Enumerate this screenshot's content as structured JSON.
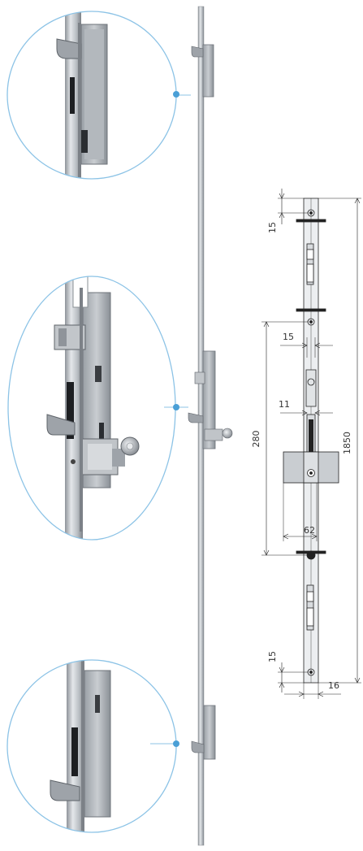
{
  "colors": {
    "callout_ring": "#8cc3e6",
    "callout_dot": "#4a9fd6",
    "steel_light": "#d4d8dc",
    "steel_mid": "#a8adb3",
    "steel_dark": "#6e737a",
    "drawing_line": "#222222",
    "drawing_fill": "#d9dcdf"
  },
  "dimensions": {
    "total_length": "1850",
    "spacing_main": "280",
    "backset": "62",
    "top_offset": "15",
    "bottom_offset": "15",
    "bolt_offset": "15",
    "faceplate_width": "16",
    "latch_offset": "11"
  },
  "icons": [
    "key-icon",
    "hook-bolt-icon",
    "latch-icon"
  ]
}
